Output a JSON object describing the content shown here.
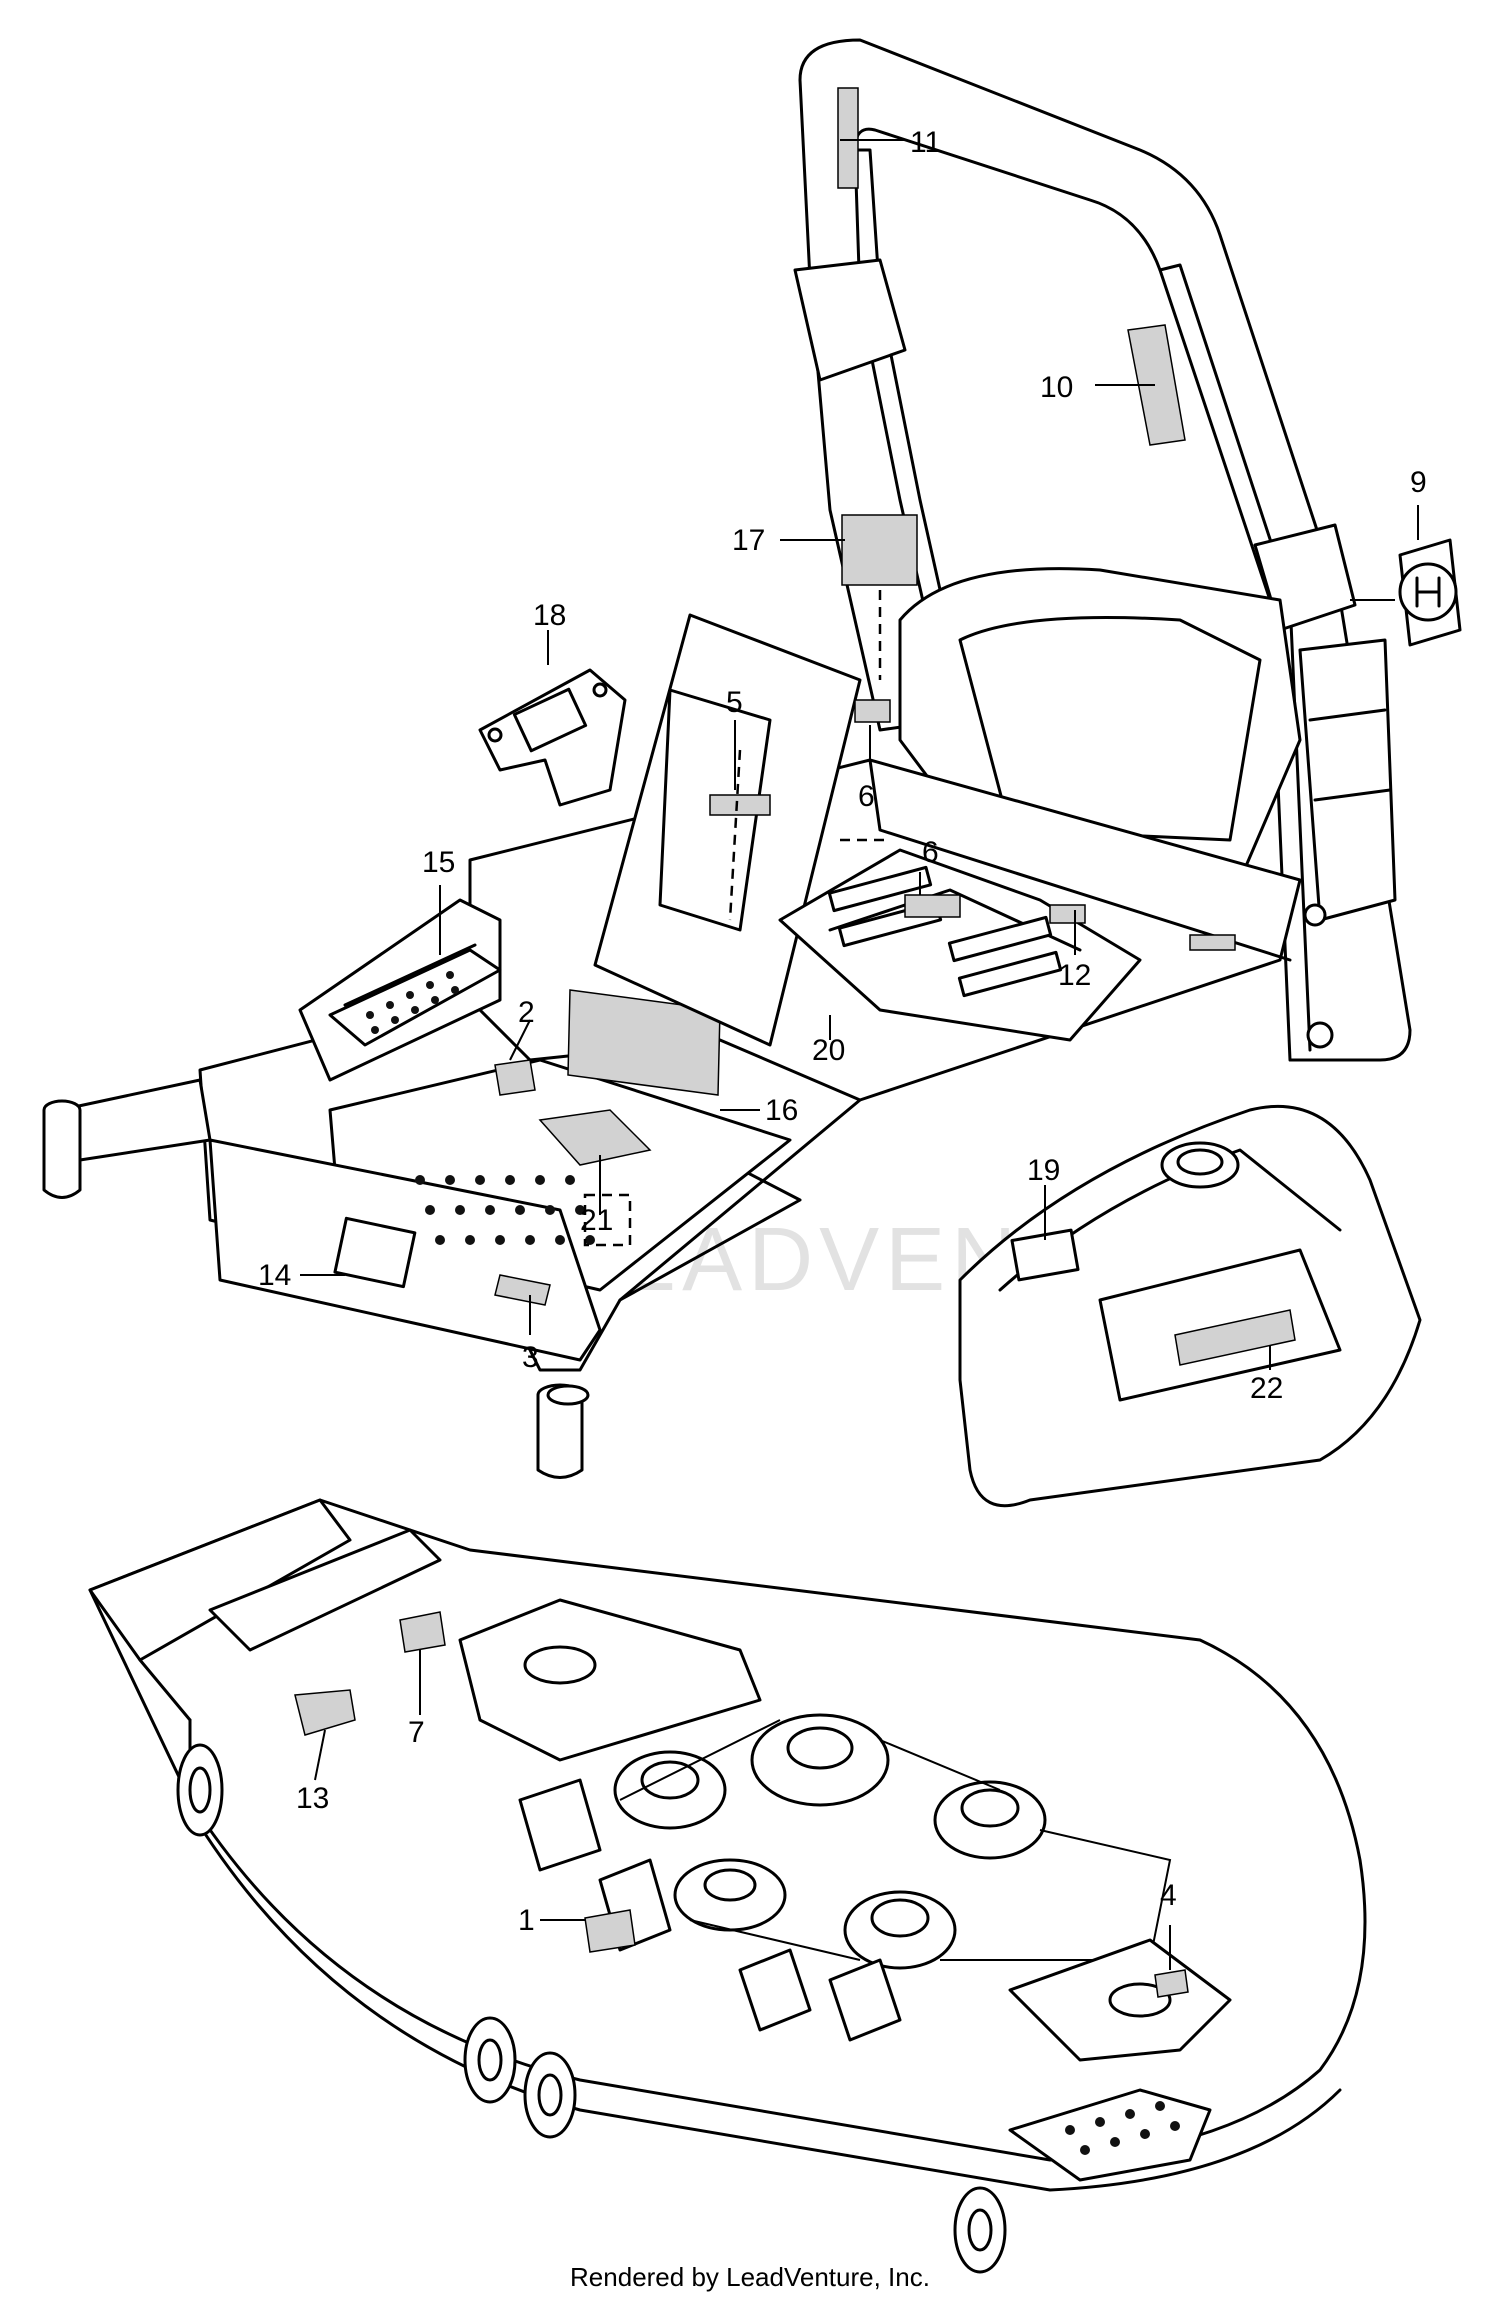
{
  "diagram": {
    "watermark": "LEADVENTURE",
    "callouts": [
      "1",
      "2",
      "3",
      "4",
      "5",
      "6",
      "6",
      "7",
      "9",
      "10",
      "11",
      "12",
      "13",
      "14",
      "15",
      "16",
      "17",
      "18",
      "19",
      "20",
      "21",
      "22"
    ]
  },
  "footer": {
    "text": "Rendered by LeadVenture, Inc."
  }
}
